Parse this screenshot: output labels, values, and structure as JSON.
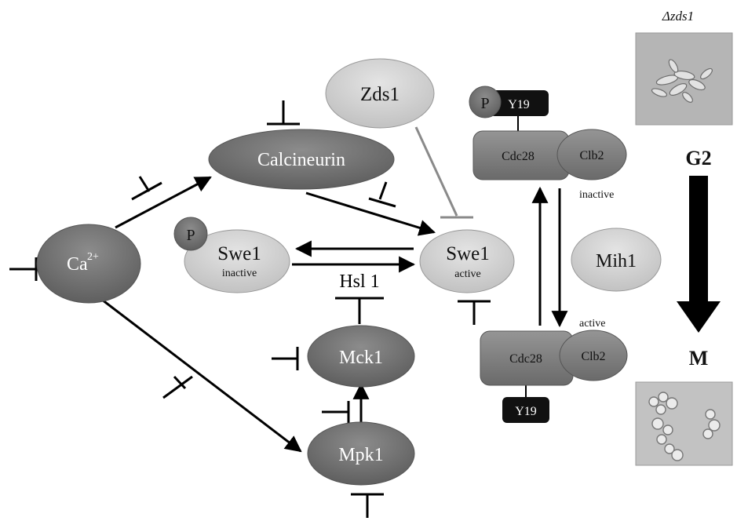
{
  "nodes": {
    "ca": {
      "main": "Ca",
      "sup": "2+"
    },
    "calcineurin": "Calcineurin",
    "zds1": "Zds1",
    "swe1_inactive": {
      "name": "Swe1",
      "state": "inactive"
    },
    "swe1_active": {
      "name": "Swe1",
      "state": "active"
    },
    "mck1": "Mck1",
    "mpk1": "Mpk1",
    "mih1": "Mih1",
    "hsl1": "Hsl 1",
    "phospho": "P"
  },
  "complex_top": {
    "cdk": "Cdc28",
    "cyclin": "Clb2",
    "residue": "Y19",
    "phospho": "P",
    "state": "inactive"
  },
  "complex_bottom": {
    "cdk": "Cdc28",
    "cyclin": "Clb2",
    "residue": "Y19",
    "state": "active"
  },
  "cell_cycle": {
    "from": "G2",
    "to": "M",
    "mutant_label": "Δzds1"
  },
  "colors": {
    "dark_node": "#6e6e6e",
    "light_node": "#cfcfcf",
    "inhibitor_gray": "#8a8a8a",
    "arrow": "#000000"
  }
}
